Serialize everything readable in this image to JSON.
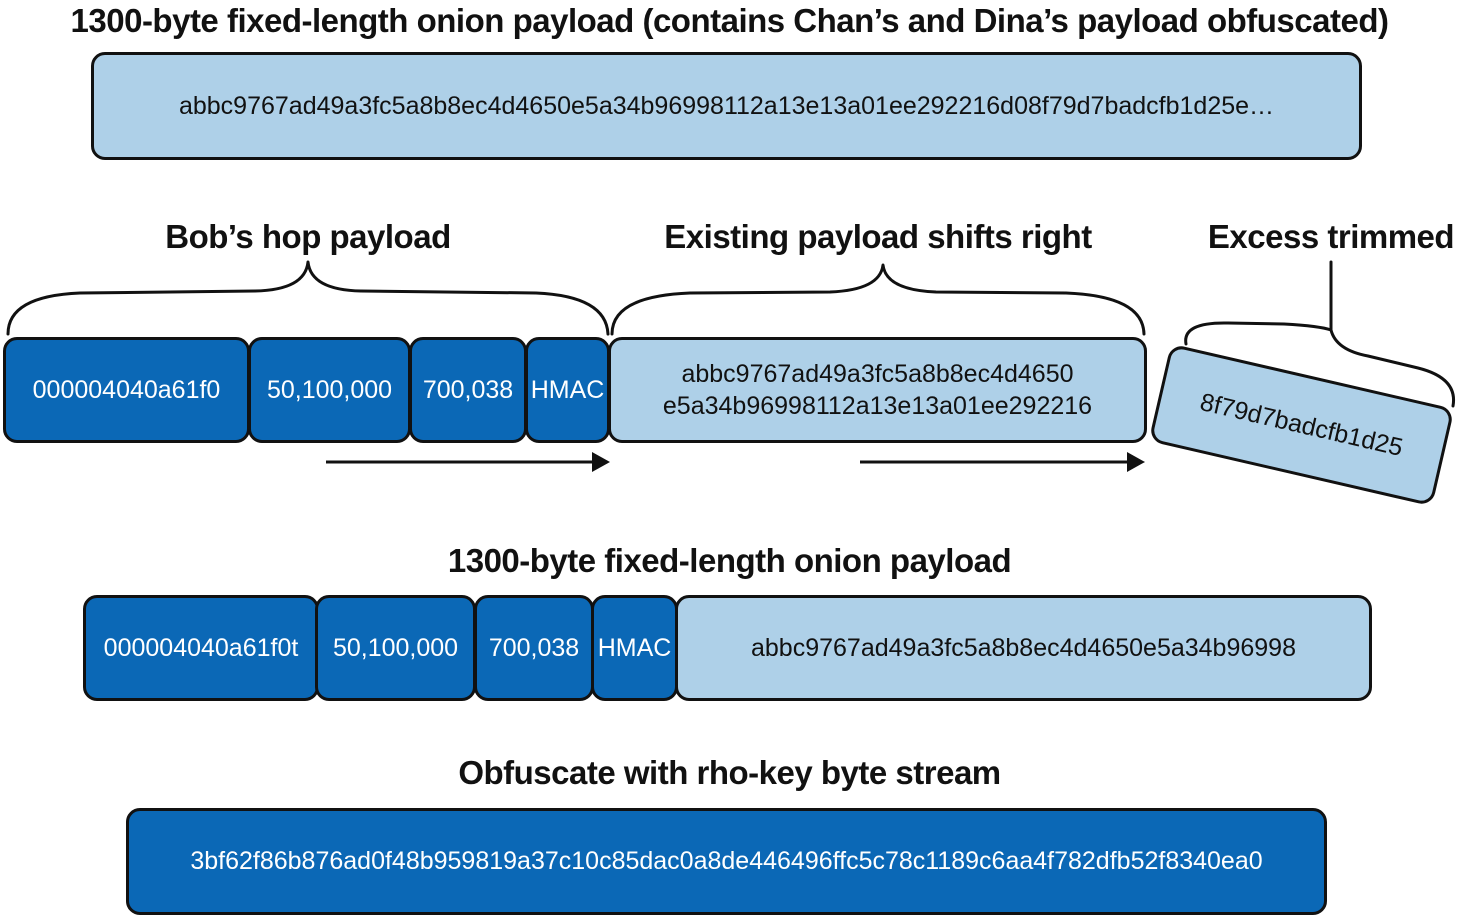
{
  "top": {
    "title": "1300-byte fixed-length onion payload (contains Chan’s and Dina’s payload obfuscated)",
    "value": "abbc9767ad49a3fc5a8b8ec4d4650e5a34b96998112a13e13a01ee292216d08f79d7badcfb1d25e…"
  },
  "shift": {
    "bob_label": "Bob’s hop payload",
    "existing_label": "Existing payload shifts right",
    "excess_label": "Excess trimmed",
    "fields": [
      "000004040a61f0",
      "50,100,000",
      "700,038",
      "HMAC"
    ],
    "existing_line1": "abbc9767ad49a3fc5a8b8ec4d4650",
    "existing_line2": "e5a34b96998112a13e13a01ee292216",
    "trimmed": "8f79d7badcfb1d25"
  },
  "result": {
    "title": "1300-byte fixed-length onion payload",
    "fields": [
      "000004040a61f0t",
      "50,100,000",
      "700,038",
      "HMAC"
    ],
    "rest": "abbc9767ad49a3fc5a8b8ec4d4650e5a34b96998"
  },
  "obfuscate": {
    "title": "Obfuscate with rho-key byte stream",
    "stream": "3bf62f86b876ad0f48b959819a37c10c85dac0a8de446496ffc5c78c1189c6aa4f782dfb52f8340ea0"
  },
  "colors": {
    "dark_blue": "#0b68b6",
    "light_blue": "#aed0e8",
    "outline": "#111111"
  }
}
